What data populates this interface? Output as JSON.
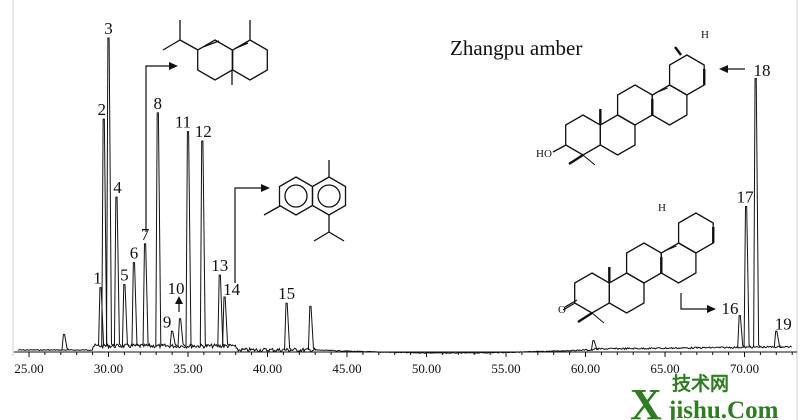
{
  "chart_data": {
    "type": "line",
    "title": "Zhangpu amber",
    "xlabel": "",
    "ylabel": "",
    "xlim": [
      24.5,
      73
    ],
    "ylim": [
      0,
      100
    ],
    "x_ticks": [
      "25.00",
      "30.00",
      "35.00",
      "40.00",
      "45.00",
      "50.00",
      "55.00",
      "60.00",
      "65.00",
      "70.00"
    ],
    "grid": false,
    "peaks": [
      {
        "label": "",
        "x": 27.2,
        "y": 5
      },
      {
        "label": "1",
        "x": 29.5,
        "y": 20
      },
      {
        "label": "2",
        "x": 29.7,
        "y": 74
      },
      {
        "label": "3",
        "x": 30.0,
        "y": 100
      },
      {
        "label": "4",
        "x": 30.5,
        "y": 49
      },
      {
        "label": "5",
        "x": 31.0,
        "y": 21
      },
      {
        "label": "6",
        "x": 31.6,
        "y": 28
      },
      {
        "label": "7",
        "x": 32.3,
        "y": 34
      },
      {
        "label": "8",
        "x": 33.1,
        "y": 76
      },
      {
        "label": "9",
        "x": 34.0,
        "y": 6
      },
      {
        "label": "10",
        "x": 34.5,
        "y": 10
      },
      {
        "label": "11",
        "x": 35.0,
        "y": 70
      },
      {
        "label": "12",
        "x": 35.9,
        "y": 67
      },
      {
        "label": "13",
        "x": 37.0,
        "y": 24
      },
      {
        "label": "14",
        "x": 37.3,
        "y": 17
      },
      {
        "label": "15",
        "x": 41.2,
        "y": 15
      },
      {
        "label": "",
        "x": 42.7,
        "y": 14
      },
      {
        "label": "",
        "x": 60.5,
        "y": 3
      },
      {
        "label": "16",
        "x": 69.7,
        "y": 11
      },
      {
        "label": "17",
        "x": 70.1,
        "y": 46
      },
      {
        "label": "18",
        "x": 70.7,
        "y": 87
      },
      {
        "label": "19",
        "x": 72.0,
        "y": 6
      }
    ]
  },
  "structures": {
    "atom_ho": "HO",
    "atom_o": "O",
    "atom_h": "H"
  },
  "watermark": {
    "cn": "技术网",
    "x": "X",
    "text": "jishu.Com"
  },
  "colors": {
    "trace": "#111111",
    "watermark": "#2e7d1f"
  }
}
